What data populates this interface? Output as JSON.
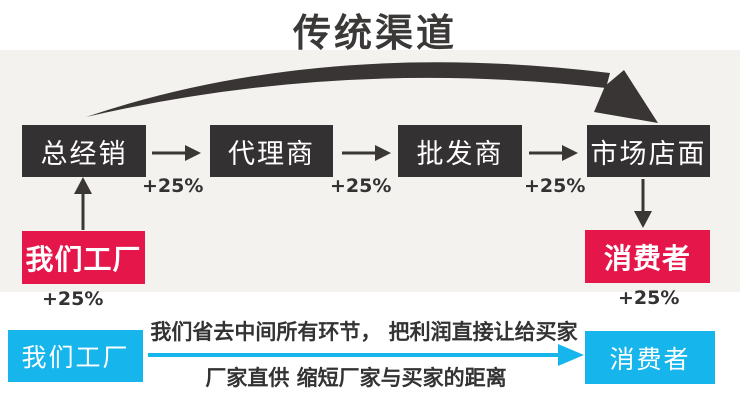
{
  "title": "传统渠道",
  "traditional": {
    "levels": [
      "总经销",
      "代理商",
      "批发商",
      "市场店面"
    ],
    "markups": [
      "+25%",
      "+25%",
      "+25%"
    ],
    "factory": "我们工厂",
    "factory_markup": "+25%",
    "consumer": "消费者",
    "consumer_markup": "+25%"
  },
  "direct": {
    "factory": "我们工厂",
    "consumer": "消费者",
    "line1": "我们省去中间所有环节， 把利润直接让给买家",
    "line2": "厂家直供 缩短厂家与买家的距离"
  },
  "colors": {
    "box_dark": "#343132",
    "accent_crimson": "#e4164a",
    "accent_cyan": "#16b6ec",
    "panel_gray": "#f3f2ef",
    "text_dark": "#333333"
  }
}
